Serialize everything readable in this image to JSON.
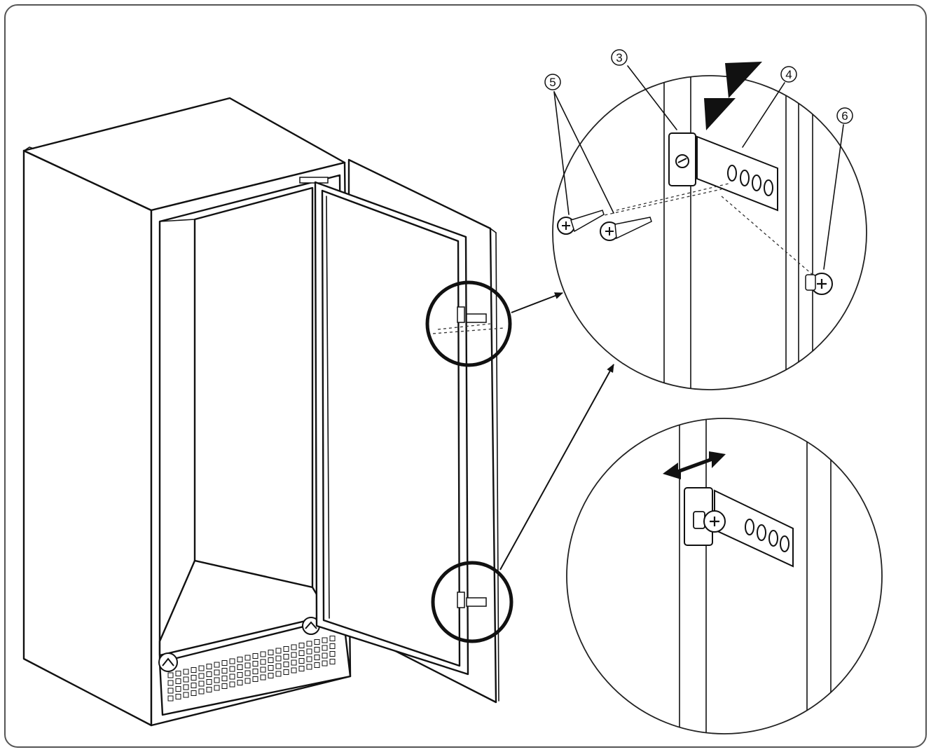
{
  "callouts": [
    {
      "id": "3",
      "label": "3"
    },
    {
      "id": "4",
      "label": "4"
    },
    {
      "id": "5",
      "label": "5"
    },
    {
      "id": "6",
      "label": "6"
    }
  ],
  "colors": {
    "line": "#111111",
    "background": "#ffffff",
    "frame": "#555555"
  }
}
